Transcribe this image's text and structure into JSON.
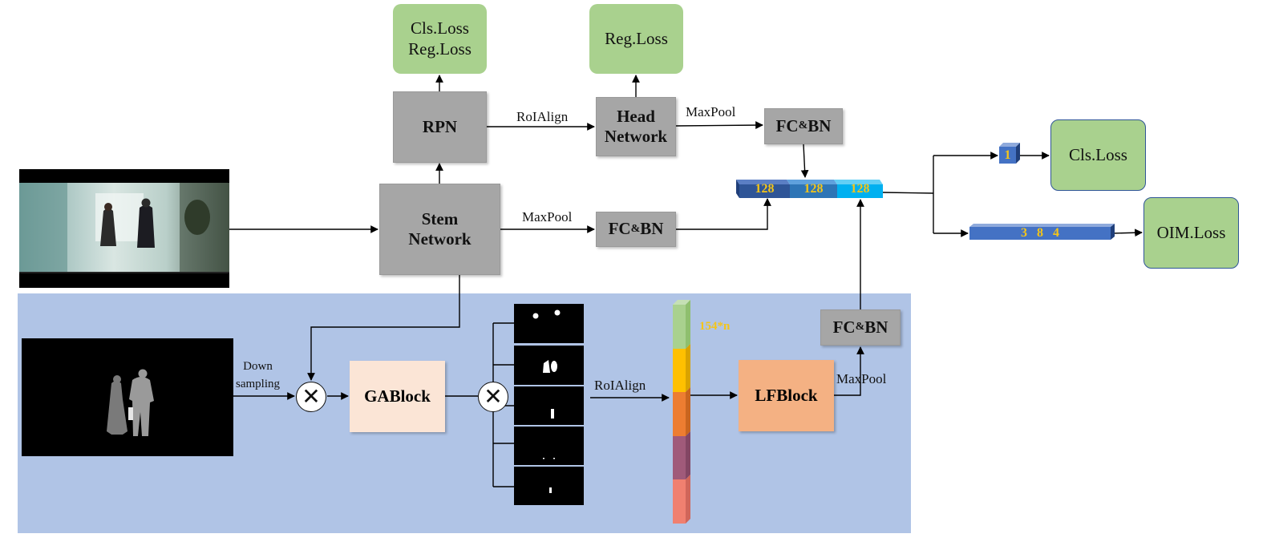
{
  "nodes": {
    "rpn": "RPN",
    "head_network": "Head\nNetwork",
    "stem_network": "Stem\nNetwork",
    "fcbn_top": {
      "fc": "FC",
      "amp": "&",
      "bn": "BN"
    },
    "fcbn_mid": {
      "fc": "FC",
      "amp": "&",
      "bn": "BN"
    },
    "fcbn_bottom": {
      "fc": "FC",
      "amp": "&",
      "bn": "BN"
    },
    "gablock": "GABlock",
    "lfblock": "LFBlock",
    "multiply_symbol": "✕"
  },
  "losses": {
    "rpn_loss": "Cls.Loss\nReg.Loss",
    "head_loss": "Reg.Loss",
    "cls_loss": "Cls.Loss",
    "oim_loss": "OIM.Loss"
  },
  "edge_labels": {
    "roialign_top": "RoIAlign",
    "maxpool_head": "MaxPool",
    "maxpool_stem": "MaxPool",
    "down_sampling": "Down\nsampling",
    "roialign_bottom": "RoIAlign",
    "maxpool_lf": "MaxPool"
  },
  "feature_vector": [
    "128",
    "128",
    "128"
  ],
  "cls_vector": "1",
  "oim_vector": "3   8   4",
  "stack_label": "154*n",
  "colors": {
    "panel": "#b0c4e6",
    "gray_box": "#a6a6a6",
    "loss_green": "#a9d18e",
    "gablock": "#fbe5d6",
    "lfblock": "#f4b183",
    "vec_dark": "#2f5597",
    "vec_mid": "#2e75b6",
    "vec_light": "#00b0f0",
    "stack": [
      "#a9d18e",
      "#ffc000",
      "#ed7d31",
      "#a05a7a",
      "#f08070"
    ]
  },
  "icons": {
    "input_photo": "video-frame-image",
    "input_mask": "person-segmentation-mask-image",
    "part_masks": "body-part-mask-images"
  }
}
